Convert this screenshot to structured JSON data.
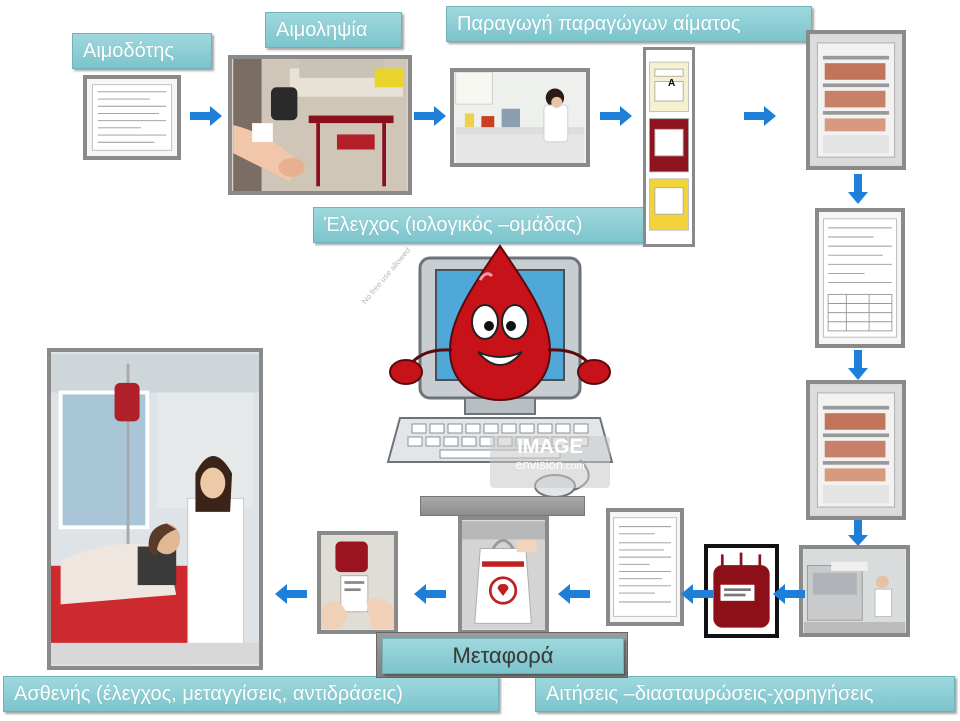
{
  "labels": {
    "donor": "Αιμοδότης",
    "collection": "Αιμοληψία",
    "production": "Παραγωγή παραγώγων αίματος",
    "testing": "Έλεγχος (ιολογικός –ομάδας)",
    "transport": "Μεταφορά",
    "patient": "Ασθενής (έλεγχος, μεταγγίσεις, αντιδράσεις)",
    "requests": "Αιτήσεις –διασταυρώσεις-χορηγήσεις"
  },
  "watermark": {
    "brand_top": "IMAGE",
    "brand_bottom": "envision",
    "brand_suffix": ".com",
    "note": "No free use allowed"
  },
  "bag_letter": "A",
  "colors": {
    "label_bg": "#8fcfd6",
    "arrow": "#1e7fd8",
    "blood": "#b0161e",
    "frame": "#8a8a8a"
  }
}
